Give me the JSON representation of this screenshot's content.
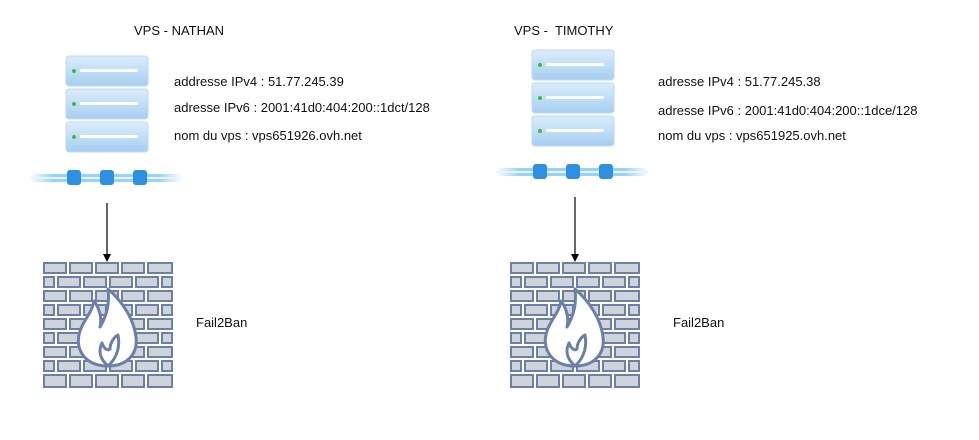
{
  "nodes": [
    {
      "title": "VPS - NATHAN",
      "ipv4": "addresse IPv4 : 51.77.245.39",
      "ipv6": "adresse IPv6 : 2001:41d0:404:200::1dct/128",
      "hostname": "nom du vps : vps651926.ovh.net",
      "firewall_label": "Fail2Ban"
    },
    {
      "title": "VPS -  TIMOTHY",
      "ipv4": "adresse IPv4 : 51.77.245.38",
      "ipv6": "adresse IPv6 : 2001:41d0:404:200::1dce/128",
      "hostname": "nom du vps : vps651925.ovh.net",
      "firewall_label": "Fail2Ban"
    }
  ],
  "colors": {
    "server_top": "#cfe6f8",
    "server_bottom": "#9ccaf0",
    "server_led": "#3fbf3f",
    "network_line": "#7cc8f5",
    "network_port": "#2f8fe0",
    "brick_fill": "#cfd3da",
    "brick_stroke": "#6b7fa8",
    "flame_fill": "#ffffff",
    "flame_stroke": "#6b7fa8",
    "arrow": "#000000"
  },
  "icons": [
    "server-icon",
    "network-switch-icon",
    "firewall-icon",
    "arrow-down-icon"
  ]
}
